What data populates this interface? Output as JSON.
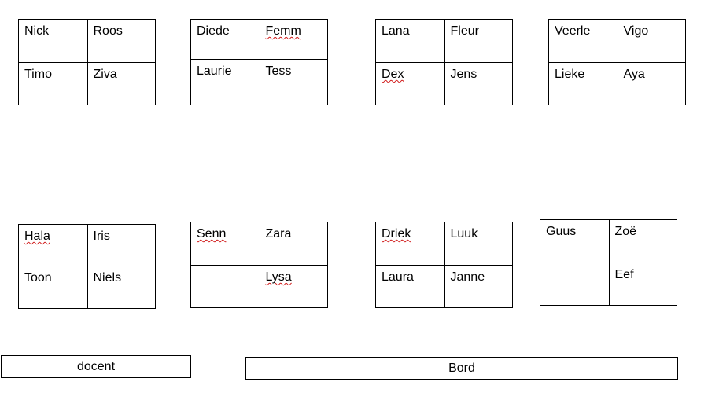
{
  "tables": [
    {
      "row1": [
        "Nick",
        "Roos"
      ],
      "row2": [
        "Timo",
        "Ziva"
      ]
    },
    {
      "row1": [
        "Diede",
        "Femm"
      ],
      "row2": [
        "Laurie",
        "Tess"
      ]
    },
    {
      "row1": [
        "Lana",
        "Fleur"
      ],
      "row2": [
        "Dex",
        "Jens"
      ]
    },
    {
      "row1": [
        "Veerle",
        "Vigo"
      ],
      "row2": [
        "Lieke",
        "Aya"
      ]
    },
    {
      "row1": [
        "Hala",
        "Iris"
      ],
      "row2": [
        "Toon",
        "Niels"
      ]
    },
    {
      "row1": [
        "Senn",
        "Zara"
      ],
      "row2": [
        "",
        "Lysa"
      ]
    },
    {
      "row1": [
        "Driek",
        "Luuk"
      ],
      "row2": [
        "Laura",
        "Janne"
      ]
    },
    {
      "row1": [
        "Guus",
        "Zoë"
      ],
      "row2": [
        "",
        "Eef"
      ]
    }
  ],
  "docent_label": "docent",
  "bord_label": "Bord",
  "colors": {
    "border": "#000000",
    "spellcheck_squiggle": "#d11a1a"
  }
}
